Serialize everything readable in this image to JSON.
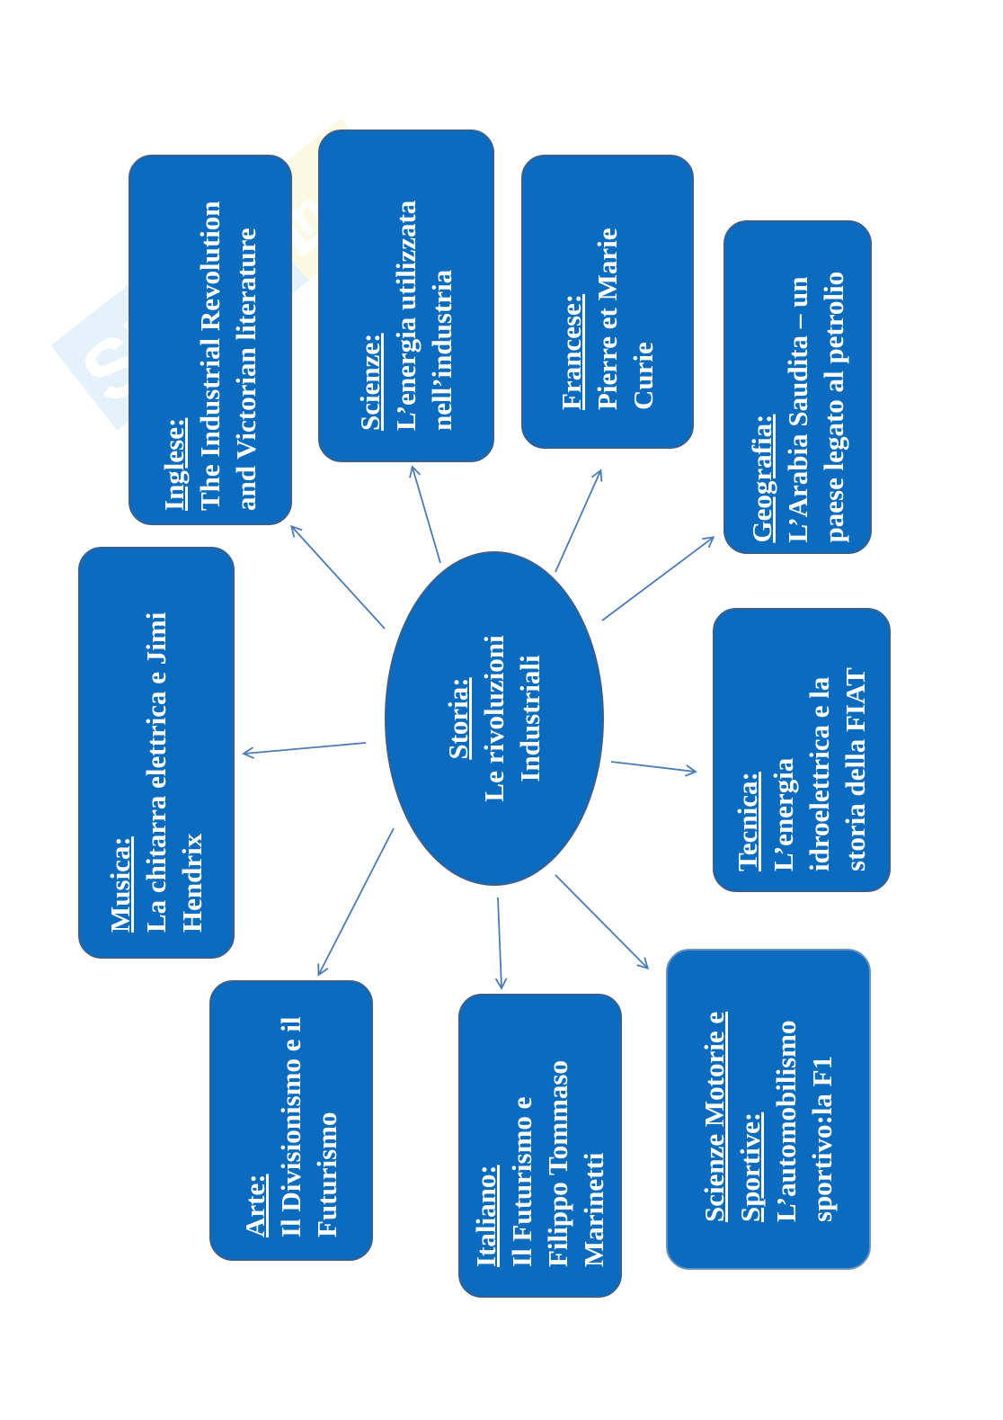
{
  "watermark": {
    "text": "SKUOLA.net"
  },
  "center": {
    "subject": "Storia:",
    "text": "Le rivoluzioni Industriali"
  },
  "nodes": {
    "inglese": {
      "subject": "Inglese:",
      "text": "The Industrial Revolution and Victorian literature"
    },
    "scienze": {
      "subject": "Scienze:",
      "text": "L’energia utilizzata nell’industria"
    },
    "francese": {
      "subject": "Francese:",
      "text": "Pierre et Marie Curie"
    },
    "geografia": {
      "subject": "Geografia:",
      "text": "L’Arabia Saudita – un paese legato al petrolio"
    },
    "musica": {
      "subject": "Musica:",
      "text": "La chitarra elettrica e Jimi Hendrix"
    },
    "tecnica": {
      "subject": "Tecnica:",
      "text": "L’energia idroelettrica e la storia della FIAT"
    },
    "arte": {
      "subject": "Arte:",
      "text": "Il Divisionismo e il Futurismo"
    },
    "italiano": {
      "subject": "Italiano:",
      "text": "Il Futurismo e Filippo Tommaso Marinetti"
    },
    "motorie": {
      "subject": "Scienze Motorie e Sportive:",
      "text": "L’automobilismo sportivo:la F1"
    }
  },
  "colors": {
    "box": "#0a6bbf",
    "border": "#3a5f8f",
    "arrow": "#4a7bb5"
  }
}
